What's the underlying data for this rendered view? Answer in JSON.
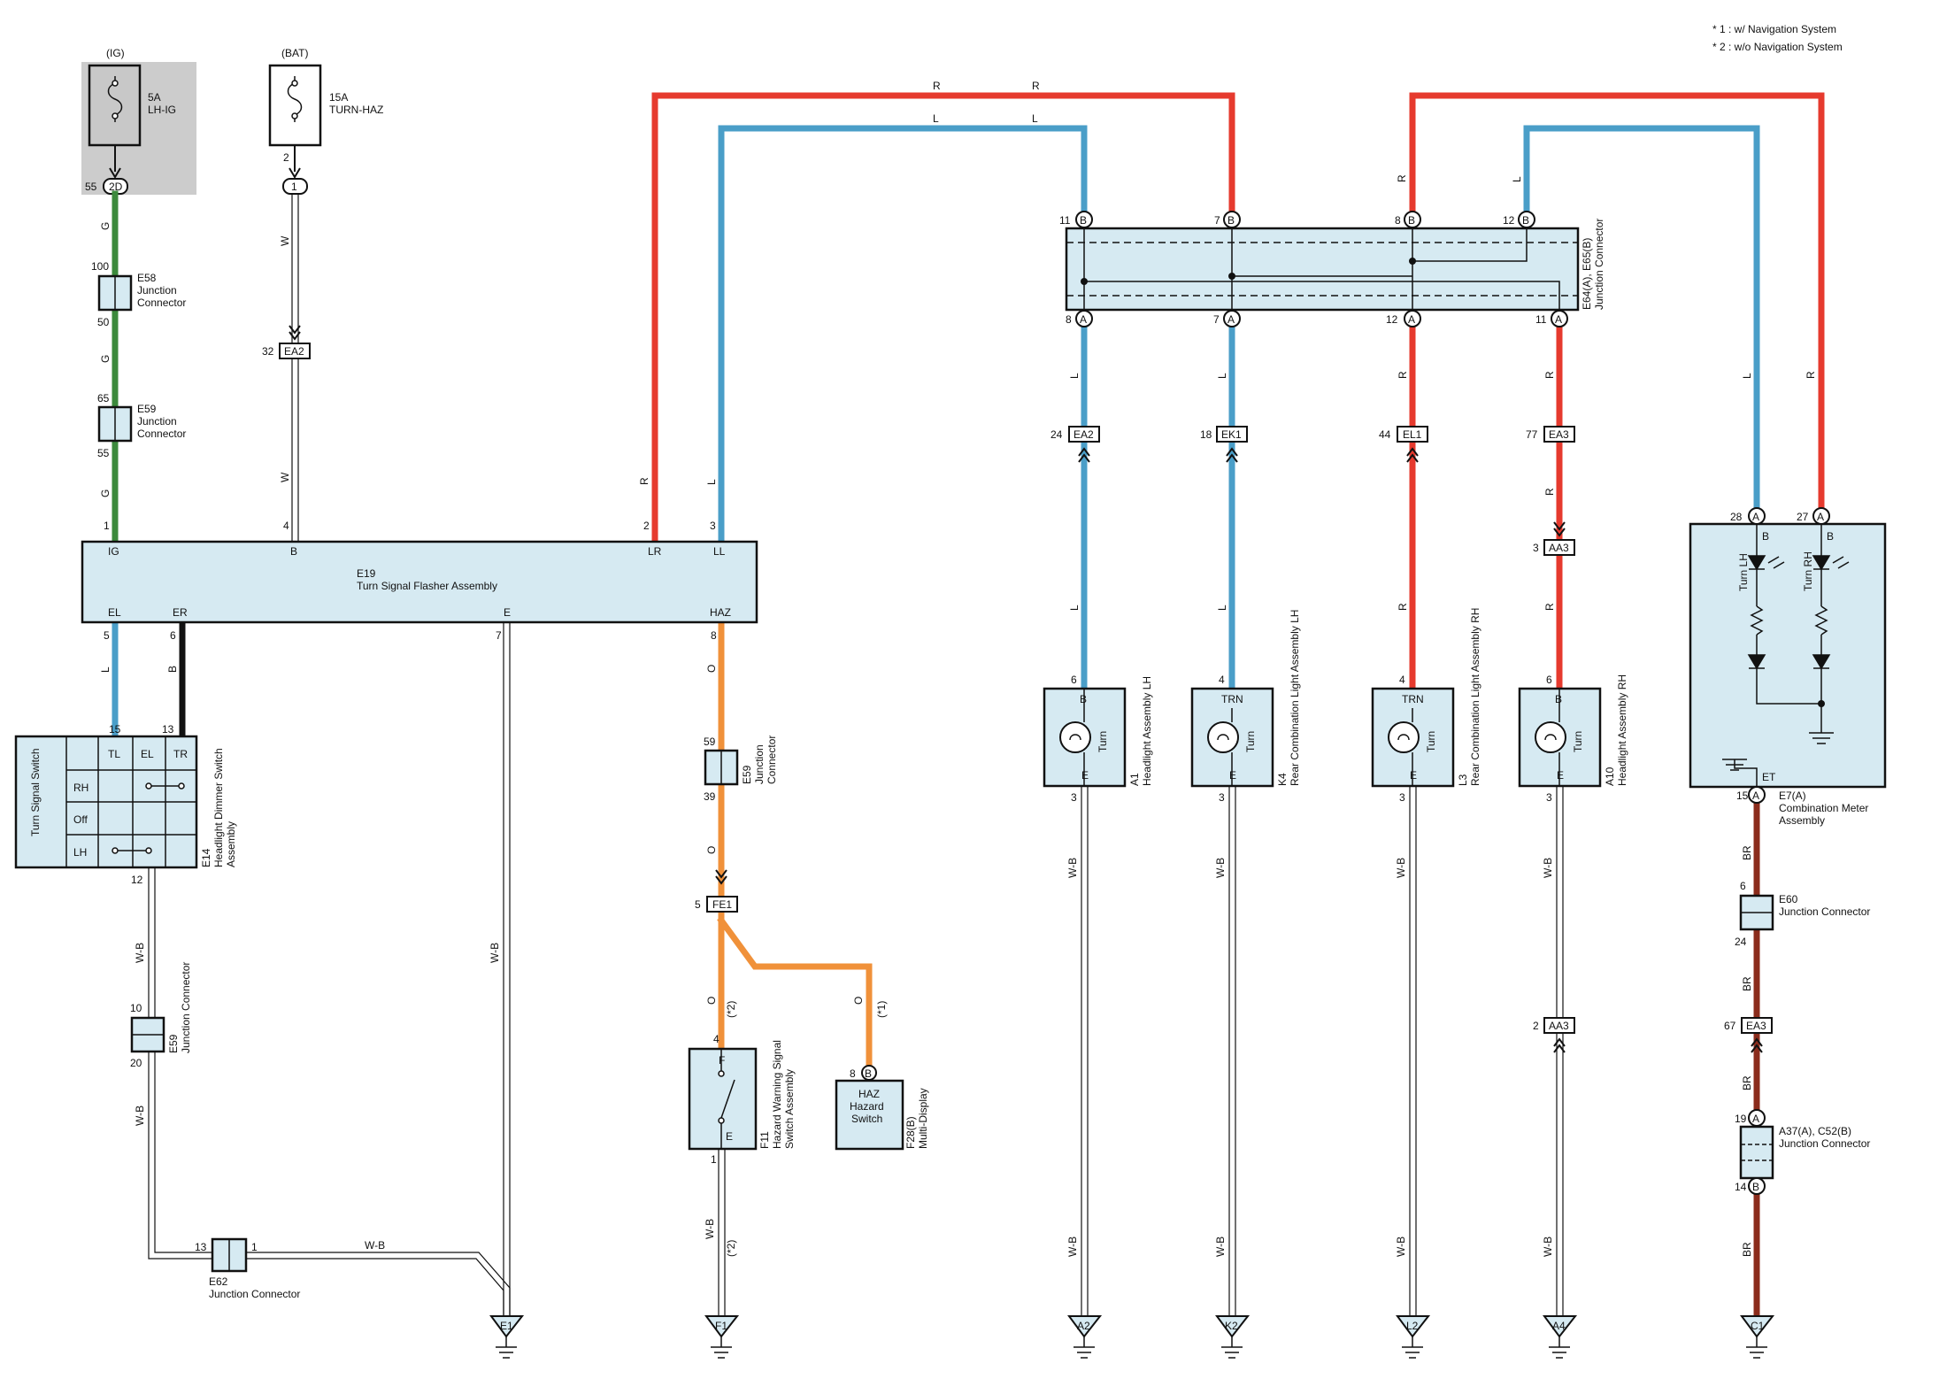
{
  "notes": [
    "* 1 : w/ Navigation System",
    "* 2 : w/o Navigation System"
  ],
  "fuses": {
    "ig": {
      "supply": "(IG)",
      "rating": "5A",
      "name": "LH-IG",
      "pin": "55",
      "conn": "2D"
    },
    "bat": {
      "supply": "(BAT)",
      "rating": "15A",
      "name": "TURN-HAZ",
      "pin_top": "2",
      "conn": "1"
    }
  },
  "wire_colors": {
    "red": "#e63a2e",
    "blue": "#4a9ec8",
    "green": "#3c8a3c",
    "orange": "#f0913a",
    "brown": "#8b2c1c",
    "black": "#111111",
    "box": "#d6eaf2",
    "fuse_area": "#cccccc"
  },
  "wire_labels": {
    "R": "R",
    "L": "L",
    "G": "G",
    "W": "W",
    "O": "O",
    "B": "B",
    "WB": "W-B",
    "BR": "BR"
  },
  "connectors": {
    "e58": {
      "id": "E58",
      "desc1": "Junction",
      "desc2": "Connector",
      "pin_top": "100",
      "pin_bot": "50"
    },
    "e59a": {
      "id": "E59",
      "desc1": "Junction",
      "desc2": "Connector",
      "pin_top": "65",
      "pin_bot": "55"
    },
    "ea2_left": {
      "id": "EA2",
      "pin": "32"
    },
    "e59b": {
      "id": "E59",
      "desc1": "Junction",
      "desc2": "Connector",
      "pin_top": "59",
      "pin_bot": "39"
    },
    "fe1": {
      "id": "FE1",
      "pin": "5"
    },
    "e59c": {
      "id": "E59",
      "desc": "Junction Connector",
      "pin_top": "10",
      "pin_bot": "20"
    },
    "e62": {
      "id": "E62",
      "desc": "Junction Connector",
      "pin_left": "13",
      "pin_right": "1"
    },
    "jb": {
      "id": "E64(A), E65(B)",
      "desc": "Junction Connector",
      "top_pins": [
        "11",
        "7",
        "8",
        "12"
      ],
      "top_letters": [
        "B",
        "B",
        "B",
        "B"
      ],
      "bot_pins": [
        "8",
        "7",
        "12",
        "11"
      ],
      "bot_letters": [
        "A",
        "A",
        "A",
        "A"
      ]
    },
    "ea2_a1": {
      "id": "EA2",
      "pin": "24"
    },
    "ek1": {
      "id": "EK1",
      "pin": "18"
    },
    "el1": {
      "id": "EL1",
      "pin": "44"
    },
    "ea3_top": {
      "id": "EA3",
      "pin": "77"
    },
    "aa3_top": {
      "id": "AA3",
      "pin": "3"
    },
    "aa3_bot": {
      "id": "AA3",
      "pin": "2"
    },
    "e60": {
      "id": "E60",
      "desc": "Junction Connector",
      "pin_top": "6",
      "pin_bot": "24"
    },
    "ea3_bot": {
      "id": "EA3",
      "pin": "67"
    },
    "a37": {
      "id": "A37(A), C52(B)",
      "desc": "Junction Connector",
      "pin_top": "19",
      "letter_top": "A",
      "pin_bot": "14",
      "letter_bot": "B"
    }
  },
  "flasher": {
    "id": "E19",
    "name": "Turn Signal Flasher Assembly",
    "top_terms": [
      "IG",
      "B",
      "LR",
      "LL"
    ],
    "top_pins": [
      "1",
      "4",
      "2",
      "3"
    ],
    "bot_terms": [
      "EL",
      "ER",
      "E",
      "HAZ"
    ],
    "bot_pins": [
      "5",
      "6",
      "7",
      "8"
    ]
  },
  "dimmer": {
    "id": "E14",
    "name1": "Headlight Dimmer Switch",
    "name2": "Assembly",
    "side": "Turn Signal Switch",
    "cols": [
      "TL",
      "EL",
      "TR"
    ],
    "rows": [
      "RH",
      "Off",
      "LH"
    ],
    "pin_tl": "15",
    "pin_tr": "13",
    "pin_bot": "12"
  },
  "hazard": {
    "id": "F11",
    "name1": "Hazard Warning Signal",
    "name2": "Switch Assembly",
    "t_top": "F",
    "t_bot": "E",
    "pin_top": "4",
    "pin_bot": "1",
    "note_wire": "(*2)",
    "note_gnd": "(*2)"
  },
  "multi": {
    "id": "F28(B)",
    "name": "Multi-Display",
    "l1": "HAZ",
    "l2": "Hazard",
    "l3": "Switch",
    "pin": "8",
    "letter": "B",
    "note": "(*1)"
  },
  "lamps": [
    {
      "id": "A1",
      "name": "Headlight Assembly LH",
      "term": "B",
      "pin_top": "6",
      "pin_bot": "3",
      "label": "Turn",
      "e": "E",
      "ground": "A2"
    },
    {
      "id": "K4",
      "name": "Rear Combination Light Assembly LH",
      "term": "TRN",
      "pin_top": "4",
      "pin_bot": "3",
      "label": "Turn",
      "e": "E",
      "ground": "K2"
    },
    {
      "id": "L3",
      "name": "Rear Combination Light Assembly RH",
      "term": "TRN",
      "pin_top": "4",
      "pin_bot": "3",
      "label": "Turn",
      "e": "E",
      "ground": "L2"
    },
    {
      "id": "A10",
      "name": "Headlight Assembly RH",
      "term": "B",
      "pin_top": "6",
      "pin_bot": "3",
      "label": "Turn",
      "e": "E",
      "ground": "A4"
    }
  ],
  "meter": {
    "id": "E7(A)",
    "name1": "Combination Meter",
    "name2": "Assembly",
    "pin_lh": "28",
    "pin_rh": "27",
    "letter": "A",
    "term_b": "B",
    "turn_lh": "Turn LH",
    "turn_rh": "Turn RH",
    "et": "ET",
    "pin_et": "15"
  },
  "grounds": [
    "E1",
    "F1",
    "A2",
    "K2",
    "L2",
    "A4",
    "C1"
  ]
}
